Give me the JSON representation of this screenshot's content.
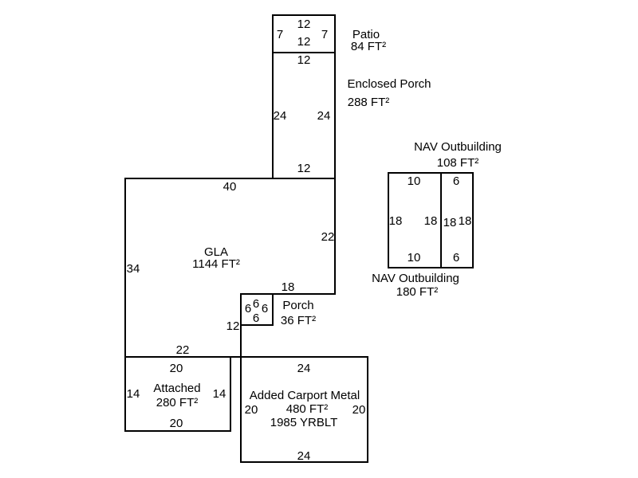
{
  "areas": {
    "patio": {
      "name": "Patio",
      "area": "84 FT²",
      "dims": [
        "12",
        "12",
        "7",
        "7"
      ]
    },
    "enclosed_porch": {
      "name": "Enclosed Porch",
      "area": "288 FT²",
      "dims": [
        "12",
        "24",
        "24",
        "12"
      ]
    },
    "gla": {
      "name": "GLA",
      "area": "1144 FT²",
      "dims": [
        "40",
        "22",
        "18",
        "12",
        "22",
        "34"
      ]
    },
    "porch": {
      "name": "Porch",
      "area": "36 FT²",
      "dims": [
        "6",
        "6",
        "6",
        "6"
      ]
    },
    "attached": {
      "name": "Attached",
      "area": "280 FT²",
      "dims": [
        "20",
        "14",
        "14",
        "20"
      ]
    },
    "carport": {
      "name": "Added Carport Metal",
      "area": "480 FT²",
      "year": "1985 YRBLT",
      "dims": [
        "24",
        "20",
        "20",
        "24"
      ]
    },
    "outbuilding_a": {
      "name": "NAV Outbuilding",
      "area": "180 FT²",
      "dims": [
        "10",
        "18",
        "18",
        "10"
      ]
    },
    "outbuilding_b": {
      "name": "NAV Outbuilding",
      "area": "108 FT²",
      "dims": [
        "6",
        "18",
        "18",
        "6"
      ]
    }
  }
}
